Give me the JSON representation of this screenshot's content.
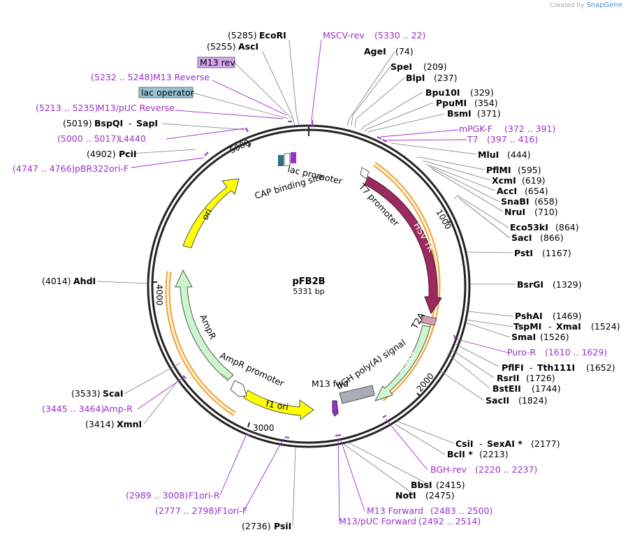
{
  "watermark": {
    "created_by": "Created by",
    "brand": "SnapGene"
  },
  "plasmid": {
    "name": "pFB2B",
    "size": "5331 bp"
  },
  "ticks": [
    "5000",
    "1000",
    "2000",
    "3000",
    "4000"
  ],
  "enzymes": [
    {
      "name": "EcoRI",
      "pos": "(5285)"
    },
    {
      "name": "AscI",
      "pos": "(5255)"
    },
    {
      "name": "AgeI",
      "pos": "(74)"
    },
    {
      "name": "SpeI",
      "pos": "(209)"
    },
    {
      "name": "BlpI",
      "pos": "(237)"
    },
    {
      "name": "Bpu10I",
      "pos": "(329)"
    },
    {
      "name": "PpuMI",
      "pos": "(354)"
    },
    {
      "name": "BsmI",
      "pos": "(371)"
    },
    {
      "name": "MluI",
      "pos": "(444)"
    },
    {
      "name": "PflMI",
      "pos": "(595)"
    },
    {
      "name": "XcmI",
      "pos": "(619)"
    },
    {
      "name": "AccI",
      "pos": "(654)"
    },
    {
      "name": "SnaBI",
      "pos": "(658)"
    },
    {
      "name": "NruI",
      "pos": "(710)"
    },
    {
      "name": "Eco53kI",
      "pos": "(864)"
    },
    {
      "name": "SacI",
      "pos": "(866)"
    },
    {
      "name": "PstI",
      "pos": "(1167)"
    },
    {
      "name": "BsrGI",
      "pos": "(1329)"
    },
    {
      "name": "PshAI",
      "pos": "(1469)"
    },
    {
      "name": "TspMI",
      "sep": "-",
      "name2": "XmaI",
      "pos": "(1524)"
    },
    {
      "name": "SmaI",
      "pos": "(1526)"
    },
    {
      "name": "PflFI",
      "sep": "-",
      "name2": "Tth111I",
      "pos": "(1652)"
    },
    {
      "name": "RsrII",
      "pos": "(1726)"
    },
    {
      "name": "BstEII",
      "pos": "(1744)"
    },
    {
      "name": "SacII",
      "pos": "(1824)"
    },
    {
      "name": "CsiI",
      "sep": "-",
      "name2": "SexAI *",
      "pos": "(2177)"
    },
    {
      "name": "BclI *",
      "pos": "(2213)"
    },
    {
      "name": "BbsI",
      "pos": "(2415)"
    },
    {
      "name": "NotI",
      "pos": "(2475)"
    },
    {
      "name": "PsiI",
      "pos": "(2736)"
    },
    {
      "name": "XmnI",
      "pos": "(3414)"
    },
    {
      "name": "ScaI",
      "pos": "(3533)"
    },
    {
      "name": "AhdI",
      "pos": "(4014)"
    },
    {
      "name": "PciI",
      "pos": "(4902)"
    },
    {
      "name": "BspQI",
      "sep": "-",
      "name2": "SapI",
      "pos": "(5019)"
    }
  ],
  "primers": [
    {
      "name": "MSCV-rev",
      "range": "(5330 .. 22)"
    },
    {
      "name": "M13 Reverse",
      "range": "(5232 .. 5248)"
    },
    {
      "name": "M13/pUC Reverse",
      "range": "(5213 .. 5235)"
    },
    {
      "name": "L4440",
      "range": "(5000 .. 5017)"
    },
    {
      "name": "pBR322ori-F",
      "range": "(4747 .. 4766)"
    },
    {
      "name": "mPGK-F",
      "range": "(372 .. 391)"
    },
    {
      "name": "T7",
      "range": "(397 .. 416)"
    },
    {
      "name": "Puro-R",
      "range": "(1610 .. 1629)"
    },
    {
      "name": "BGH-rev",
      "range": "(2220 .. 2237)"
    },
    {
      "name": "M13 Forward",
      "range": "(2483 .. 2500)"
    },
    {
      "name": "M13/pUC Forward",
      "range": "(2492 .. 2514)"
    },
    {
      "name": "F1ori-R",
      "range": "(2989 .. 3008)"
    },
    {
      "name": "F1ori-F",
      "range": "(2777 .. 2798)"
    },
    {
      "name": "Amp-R",
      "range": "(3445 .. 3464)"
    }
  ],
  "boxed_features": {
    "m13_rev": "M13 rev",
    "lac_operator": "lac operator"
  },
  "features": {
    "hsv_tk": "HSV TK",
    "t7_promoter": "T7 promoter",
    "t2a": "T2A",
    "puror": "PuroR",
    "bgh": "bGH poly(A) signal",
    "m13_fwd": "M13 fwd",
    "f1_ori": "f1 ori",
    "ampr_promoter": "AmpR promoter",
    "ampr": "AmpR",
    "ori": "ori",
    "cap": "CAP binding site",
    "lac_promoter": "lac promoter"
  },
  "colors": {
    "primer": "#9a30c9",
    "hsv_tk": "#9b2b5e",
    "ori": "#ffff00",
    "ampr": "#ccf7cc",
    "bgh": "#a8aeb4",
    "t2a": "#d79bb4",
    "f1_ori": "#ffff00",
    "orange_track": "#f0a238",
    "m13_rev_box": "#d7a6ef",
    "lac_operator_box": "#98c4d4"
  }
}
